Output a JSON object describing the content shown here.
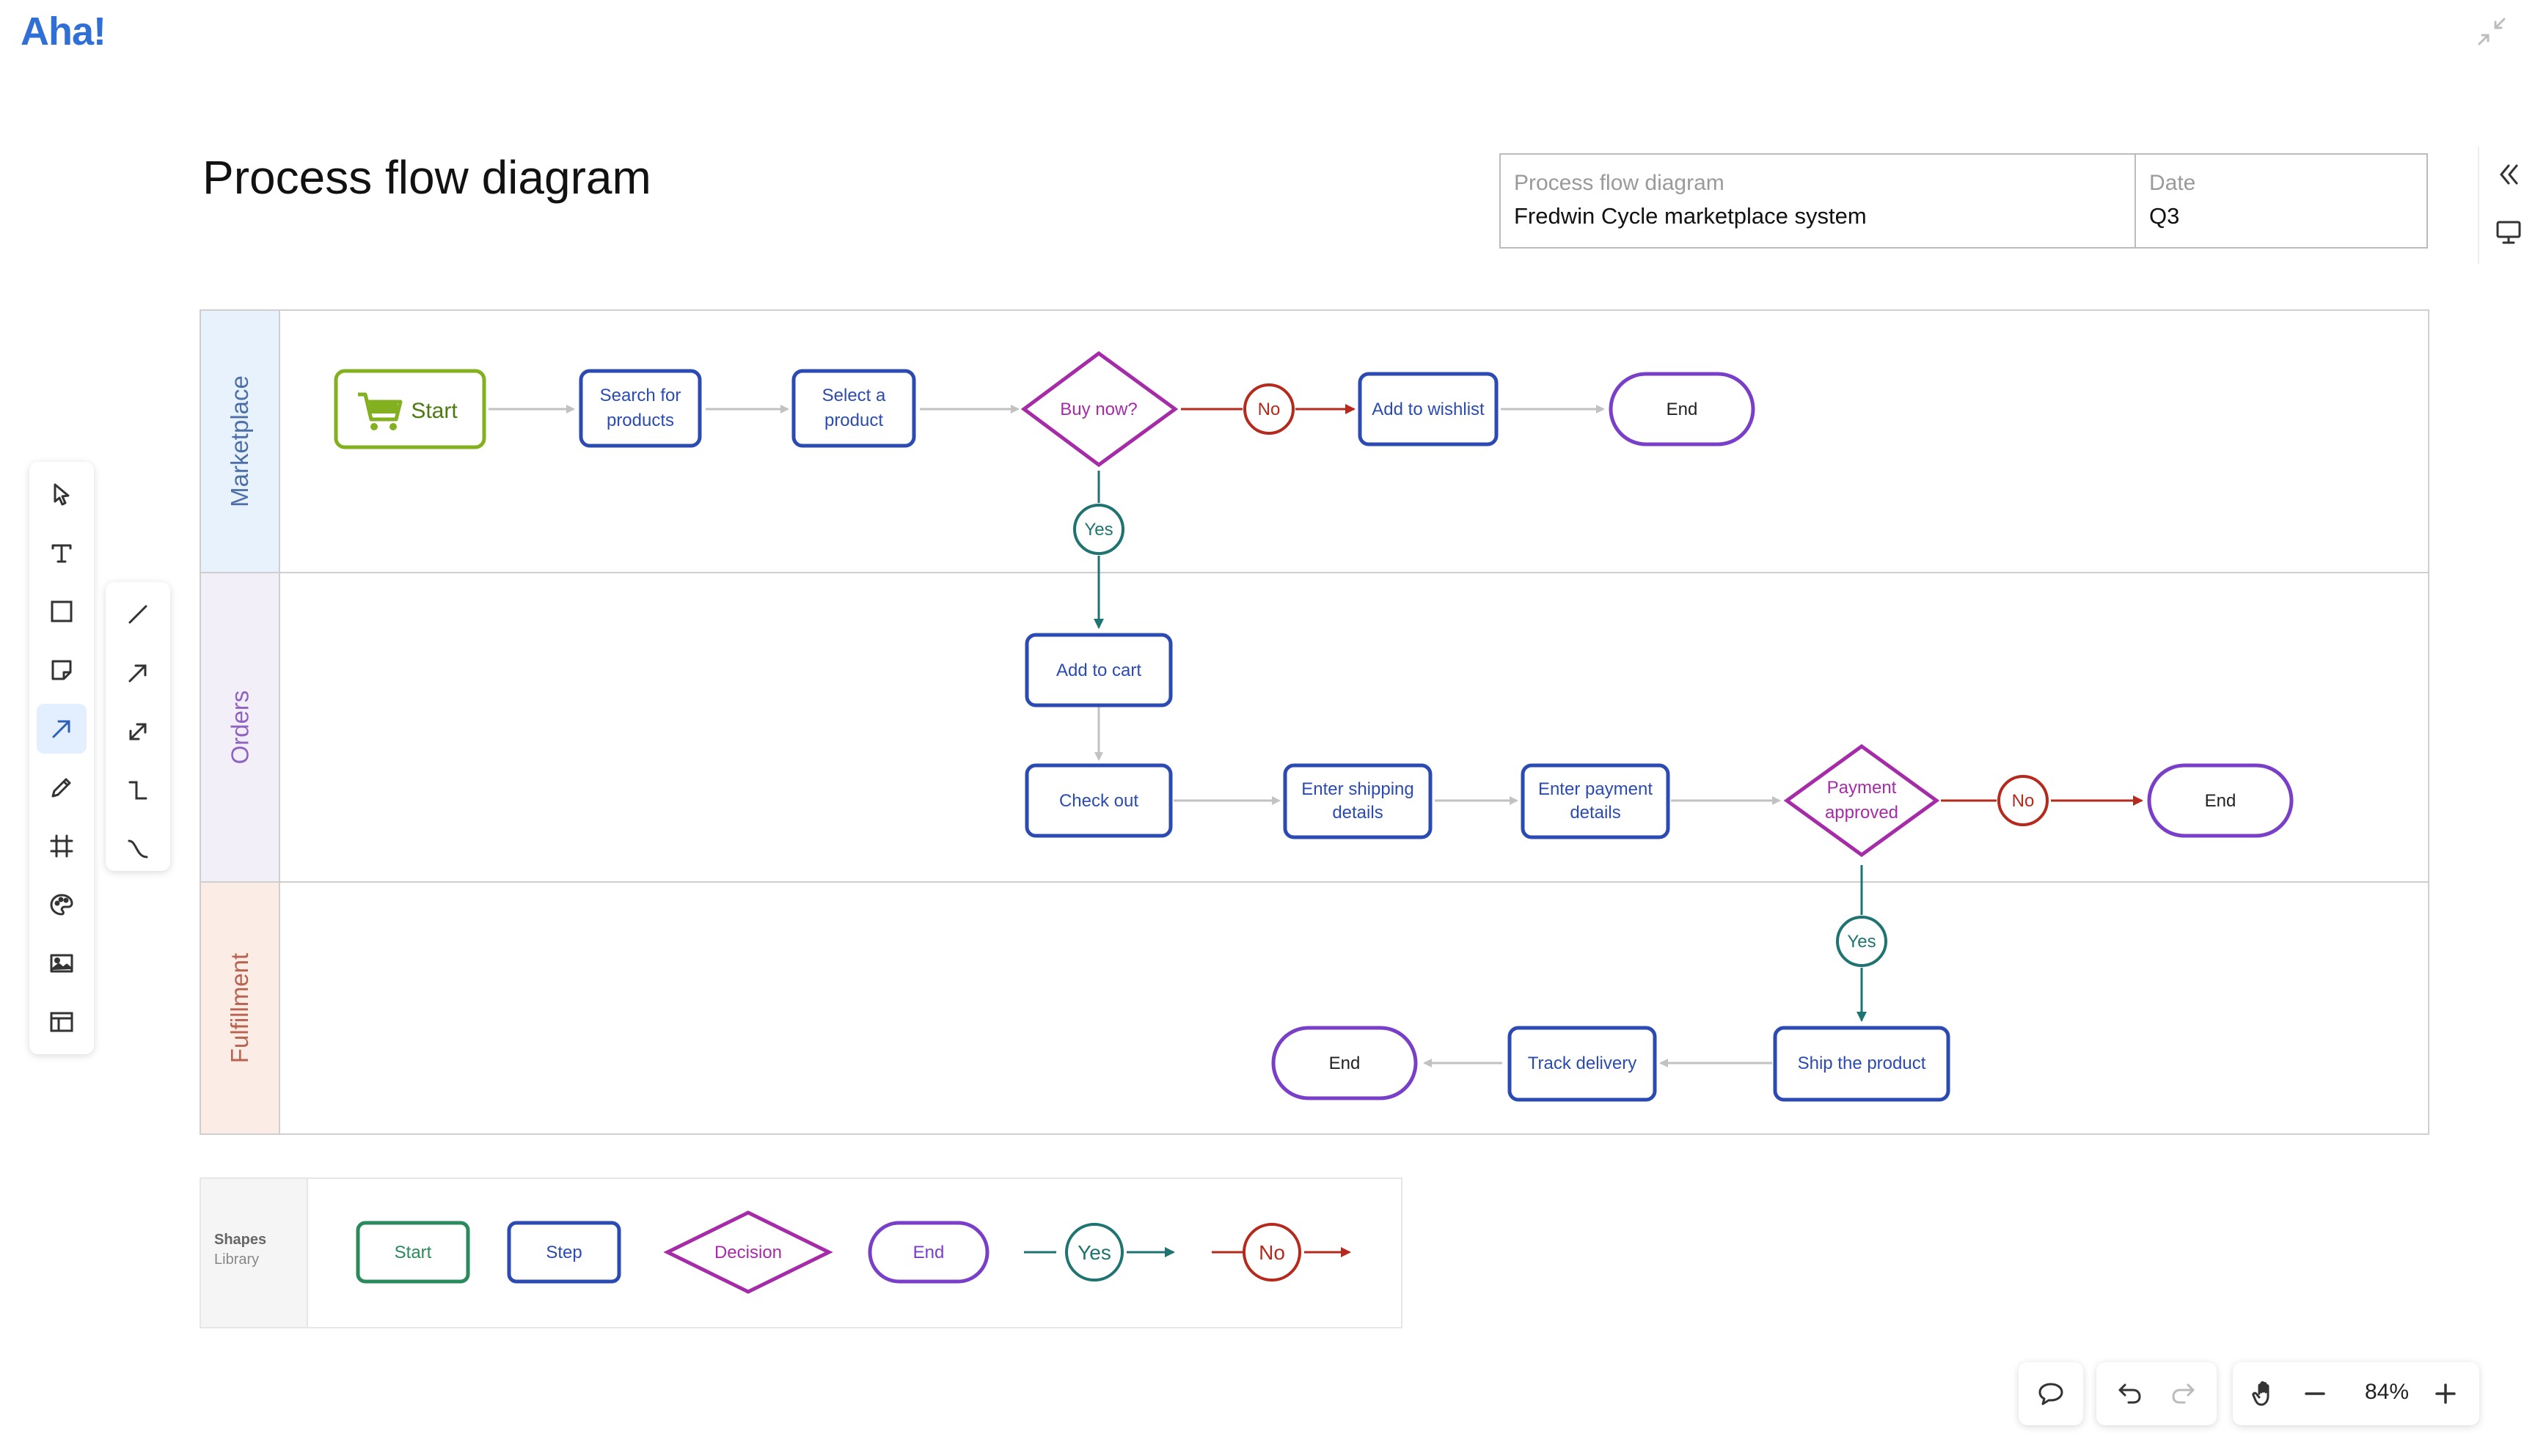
{
  "app": {
    "logo": "Aha!"
  },
  "page": {
    "title": "Process flow diagram"
  },
  "title_block": {
    "label1": "Process flow diagram",
    "value1": "Fredwin Cycle marketplace system",
    "label2": "Date",
    "value2": "Q3"
  },
  "lanes": [
    "Marketplace",
    "Orders",
    "Fulfillment"
  ],
  "nodes": {
    "start": "Start",
    "search": [
      "Search for",
      "products"
    ],
    "select": [
      "Select a",
      "product"
    ],
    "buy_now": "Buy now?",
    "no1": "No",
    "wishlist": "Add to wishlist",
    "end1": "End",
    "yes1": "Yes",
    "add_cart": "Add to cart",
    "checkout": "Check out",
    "shipping": [
      "Enter shipping",
      "details"
    ],
    "payment": [
      "Enter payment",
      "details"
    ],
    "approved": [
      "Payment",
      "approved"
    ],
    "no2": "No",
    "end2": "End",
    "yes2": "Yes",
    "ship": "Ship the product",
    "track": "Track delivery",
    "end3": "End"
  },
  "legend": {
    "title": "Shapes",
    "subtitle": "Library",
    "start": "Start",
    "step": "Step",
    "decision": "Decision",
    "end": "End",
    "yes": "Yes",
    "no": "No"
  },
  "zoom": {
    "level": "84%"
  },
  "colors": {
    "start": "#82b01e",
    "step": "#2b4bb3",
    "decision": "#a62ba8",
    "end": "#7a3fc9",
    "yes": "#1f7370",
    "no": "#b52a1c",
    "connector": "#c2c2c2",
    "marketplace_lane": "#e8f2fc",
    "orders_lane": "#f3eff8",
    "fulfillment_lane": "#fcece6"
  },
  "icons": {
    "toolbar": [
      "select-icon",
      "text-icon",
      "rectangle-icon",
      "sticky-note-icon",
      "arrow-icon",
      "pen-icon",
      "frame-icon",
      "palette-icon",
      "image-icon",
      "template-icon"
    ],
    "subtoolbar": [
      "line-icon",
      "single-arrow-icon",
      "double-arrow-icon",
      "elbow-connector-icon",
      "curved-connector-icon"
    ],
    "bottom": [
      "comment-icon",
      "undo-icon",
      "redo-icon",
      "hand-icon",
      "zoom-out-icon",
      "zoom-in-icon"
    ]
  }
}
